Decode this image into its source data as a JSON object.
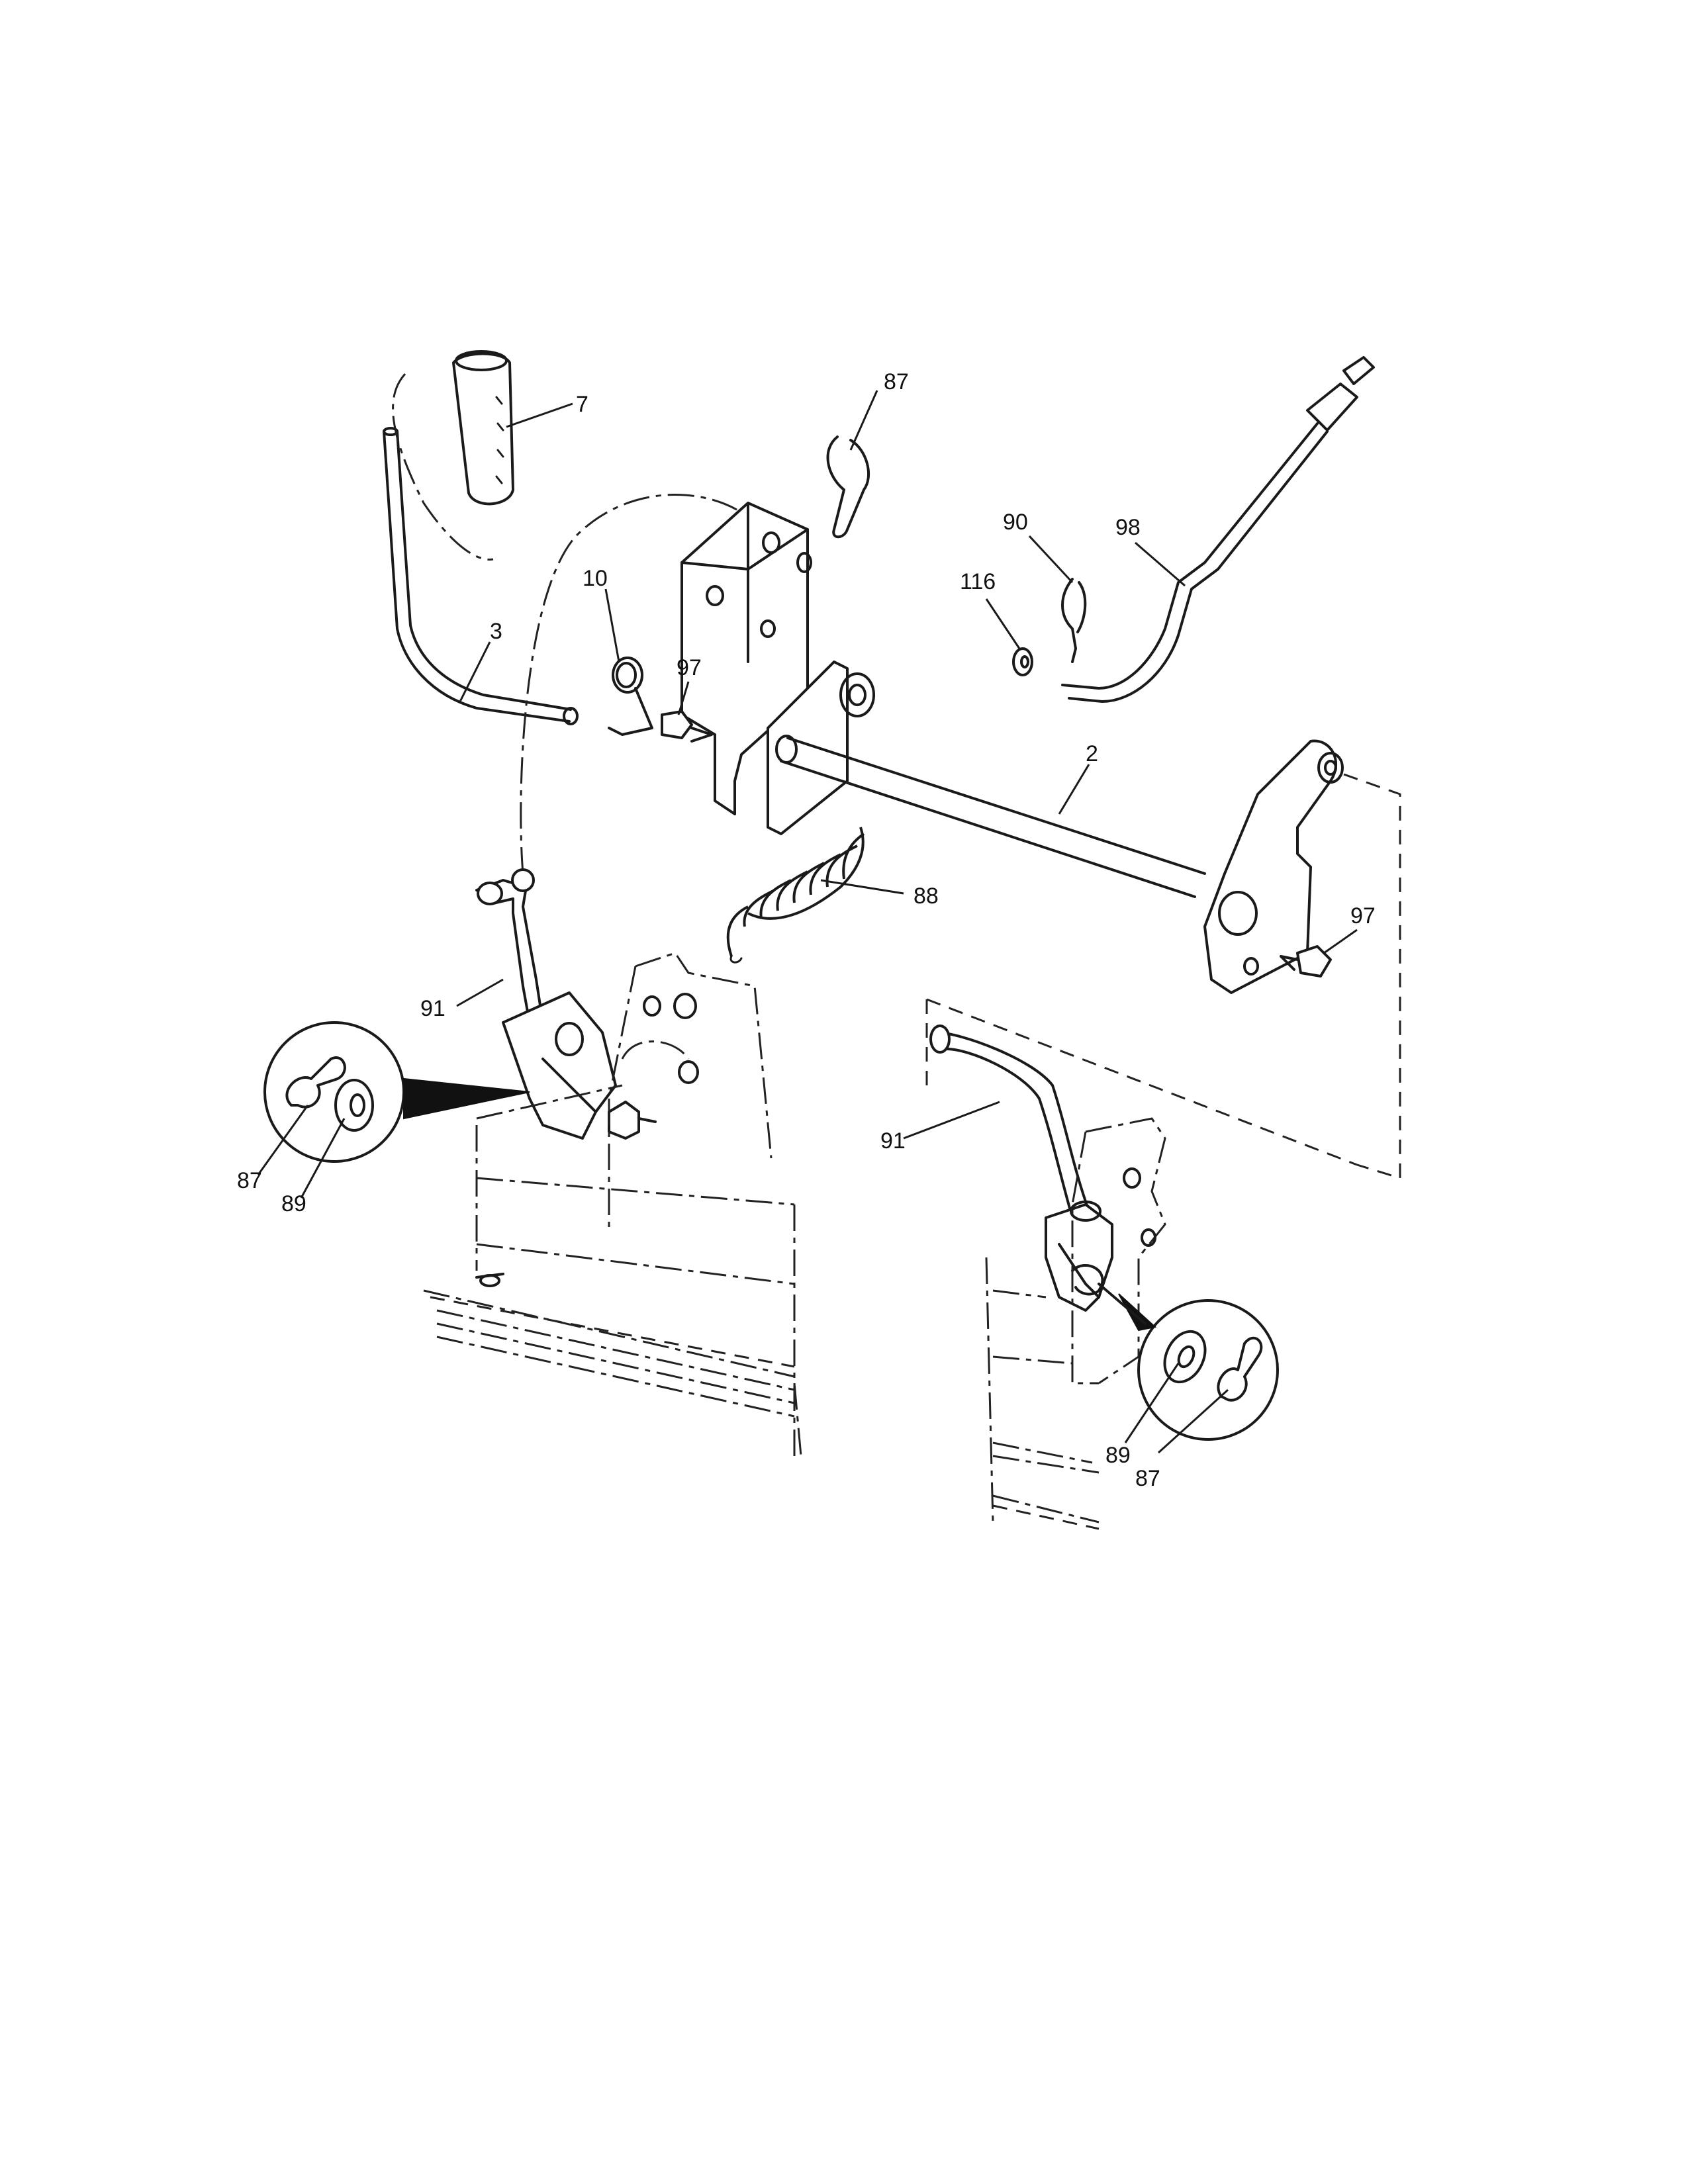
{
  "diagram": {
    "callouts": [
      "7",
      "87",
      "90",
      "98",
      "116",
      "10",
      "3",
      "97",
      "2",
      "88",
      "97",
      "91",
      "87",
      "89",
      "91",
      "89",
      "87"
    ]
  },
  "colors": {
    "ink": "#1a1a1a",
    "paper": "#ffffff"
  }
}
